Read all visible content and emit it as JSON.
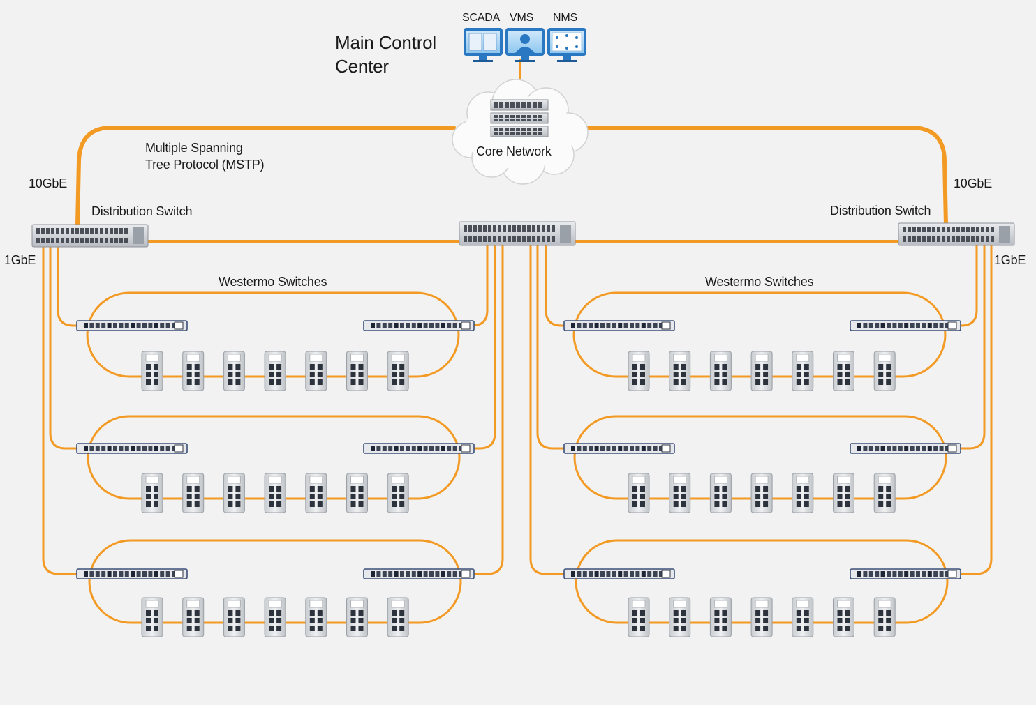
{
  "title": {
    "line1": "Main Control",
    "line2": "Center"
  },
  "workstations": {
    "scada": "SCADA",
    "vms": "VMS",
    "nms": "NMS"
  },
  "core": {
    "label": "Core Network"
  },
  "protocol": {
    "line1": "Multiple Spanning",
    "line2": "Tree Protocol (MSTP)"
  },
  "links": {
    "left_uplink": "10GbE",
    "right_uplink": "10GbE",
    "left_access": "1GbE",
    "right_access": "1GbE"
  },
  "distribution": {
    "left": "Distribution Switch",
    "right": "Distribution Switch"
  },
  "groups": {
    "left": "Westermo Switches",
    "right": "Westermo Switches"
  },
  "colors": {
    "link": "#f39a24",
    "background": "#f2f2f2",
    "switch_body": "#d7d9dc",
    "westermo_frame": "#3b4f78"
  },
  "topology": {
    "rings_per_side": 3,
    "ring_switches_per_ring": 2,
    "edge_switches_per_ring": 7,
    "icons": [
      "monitor-icon",
      "cloud-icon",
      "core-switch-stack-icon",
      "rack-switch-icon",
      "westermo-switch-icon",
      "din-rail-switch-icon"
    ]
  }
}
